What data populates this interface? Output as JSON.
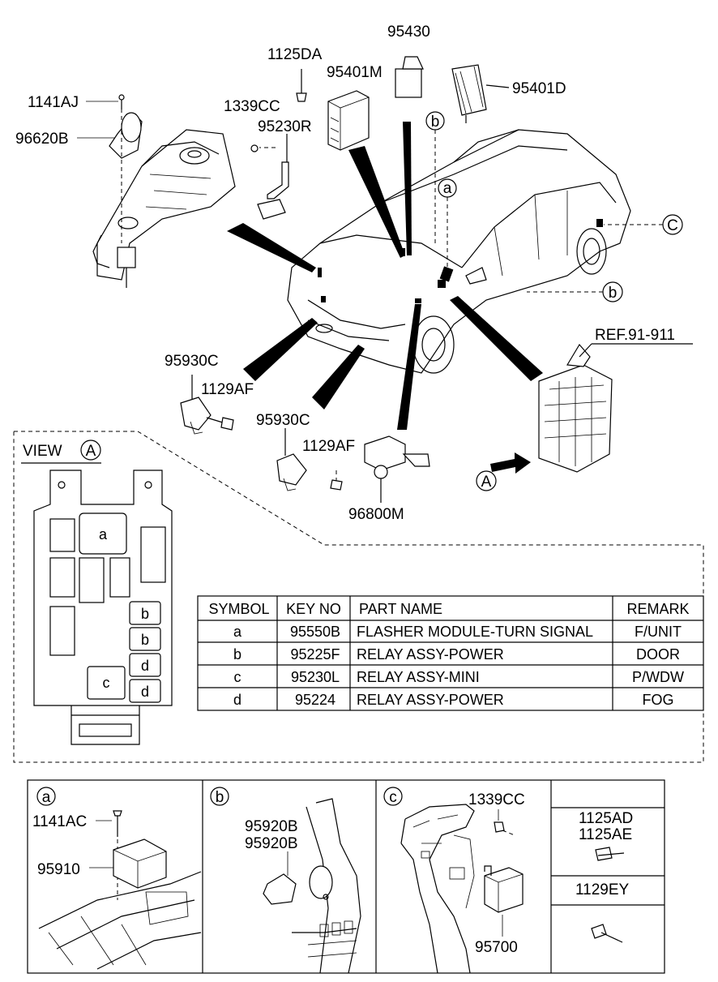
{
  "callouts": {
    "c_1141AJ": "1141AJ",
    "c_96620B": "96620B",
    "c_1125DA": "1125DA",
    "c_1339CC_top": "1339CC",
    "c_95230R": "95230R",
    "c_95401M": "95401M",
    "c_95430": "95430",
    "c_95401D": "95401D",
    "c_95930C_left": "95930C",
    "c_1129AF_left": "1129AF",
    "c_95930C_mid": "95930C",
    "c_1129AF_mid": "1129AF",
    "c_96800M": "96800M",
    "c_ref": "REF.91-911"
  },
  "markers": {
    "b_top": "b",
    "a_top": "a",
    "c_right": "C",
    "b_right": "b",
    "arrow_A": "A"
  },
  "view": {
    "title": "VIEW",
    "letter": "A",
    "slot_a": "a",
    "slot_b1": "b",
    "slot_b2": "b",
    "slot_d1": "d",
    "slot_d2": "d",
    "slot_c": "c"
  },
  "table": {
    "headers": [
      "SYMBOL",
      "KEY NO",
      "PART NAME",
      "REMARK"
    ],
    "rows": [
      [
        "a",
        "95550B",
        "FLASHER MODULE-TURN SIGNAL",
        "F/UNIT"
      ],
      [
        "b",
        "95225F",
        "RELAY ASSY-POWER",
        "DOOR"
      ],
      [
        "c",
        "95230L",
        "RELAY ASSY-MINI",
        "P/WDW"
      ],
      [
        "d",
        "95224",
        "RELAY ASSY-POWER",
        "FOG"
      ]
    ]
  },
  "panels": {
    "a": {
      "marker": "a",
      "p1": "1141AC",
      "p2": "95910"
    },
    "b": {
      "marker": "b",
      "p1": "95920B",
      "p2": "95920B"
    },
    "c": {
      "marker": "c",
      "p1": "1339CC",
      "p2": "95700"
    },
    "d": {
      "p1": "1125AD",
      "p2": "1125AE",
      "p3": "1129EY"
    }
  }
}
